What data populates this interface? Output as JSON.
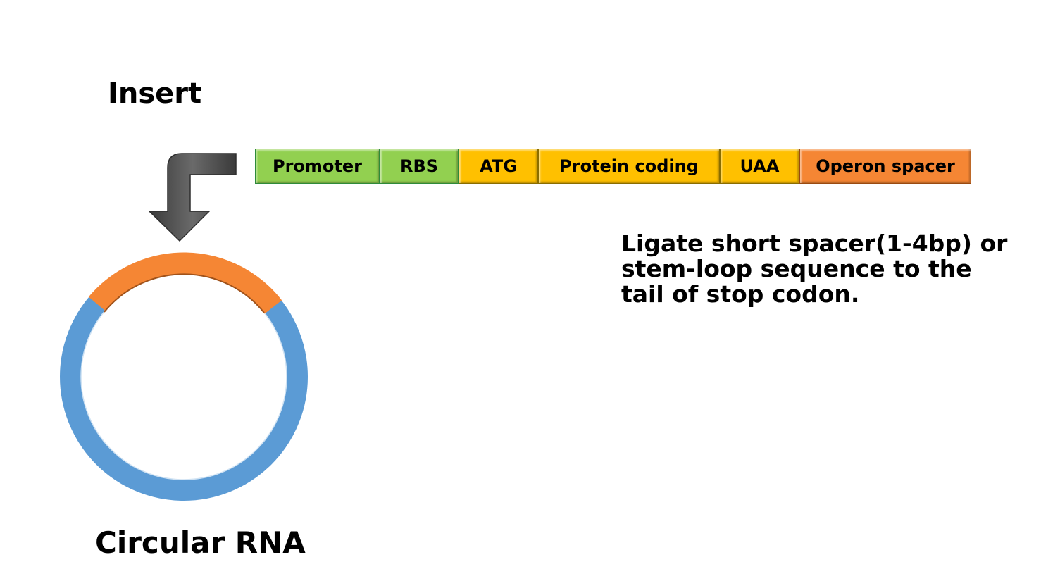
{
  "labels": {
    "insert": "Insert",
    "circular_rna": "Circular RNA"
  },
  "segments": [
    {
      "label": "Promoter",
      "color": "#92d050",
      "border": "#2e8b3a"
    },
    {
      "label": "RBS",
      "color": "#92d050",
      "border": "#2e8b3a"
    },
    {
      "label": "ATG",
      "color": "#ffc000",
      "border": "#8a6d00"
    },
    {
      "label": "Protein coding",
      "color": "#ffc000",
      "border": "#8a6d00"
    },
    {
      "label": "UAA",
      "color": "#ffc000",
      "border": "#8a6d00"
    },
    {
      "label": "Operon spacer",
      "color": "#f58634",
      "border": "#9a4a10"
    }
  ],
  "note": {
    "lines": [
      "Ligate short spacer(1-4bp) or",
      "stem-loop sequence to the",
      "tail of stop codon."
    ]
  },
  "colors": {
    "ring": "#5b9bd5",
    "insert_arc": "#f58634",
    "arrow": "#555555"
  }
}
